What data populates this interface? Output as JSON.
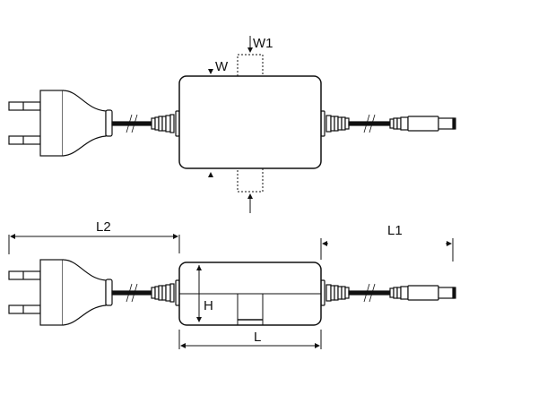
{
  "labels": {
    "w": "W",
    "w1": "W1",
    "l2": "L2",
    "l1": "L1",
    "h": "H",
    "l": "L"
  },
  "colors": {
    "line": "#111111",
    "background": "#ffffff"
  }
}
